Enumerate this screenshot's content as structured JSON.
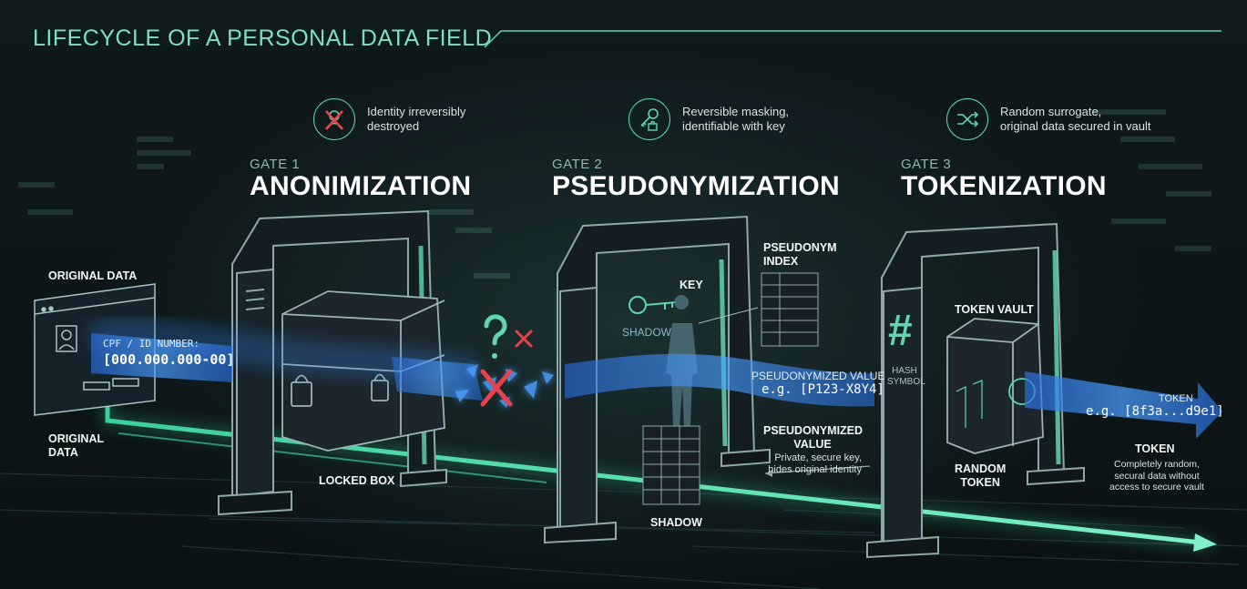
{
  "title": "LIFECYCLE OF A PERSONAL DATA FIELD",
  "gates": [
    {
      "number": "GATE 1",
      "name": "ANONIMIZATION",
      "description": [
        "Identity irreversibly",
        "destroyed"
      ]
    },
    {
      "number": "GATE 2",
      "name": "PSEUDONYMIZATION",
      "description": [
        "Reversible masking,",
        "identifiable with key"
      ]
    },
    {
      "number": "GATE 3",
      "name": "TOKENIZATION",
      "description": [
        "Random surrogate,",
        "original data secured in vault"
      ]
    }
  ],
  "labels": {
    "original_data_top": "ORIGINAL DATA",
    "original_data_bottom": [
      "ORIGINAL",
      "DATA"
    ],
    "cpf_label": "CPF / ID NUMBER:",
    "cpf_value": "[000.000.000-00]",
    "locked_box": "LOCKED BOX",
    "key": "KEY",
    "shadow_faint": "SHADOW",
    "shadow": "SHADOW",
    "pseudonym_index": [
      "PSEUDONYM",
      "INDEX"
    ],
    "pseudo_stream_label": "PSEUDONYMIZED VALUE",
    "pseudo_stream_value": "e.g. [P123-X8Y4]",
    "pseudo_value_title": [
      "PSEUDONYMIZED",
      "VALUE"
    ],
    "pseudo_value_desc": [
      "Private, secure key,",
      "hides original identity"
    ],
    "hash_glyph": "#",
    "hash_symbol": [
      "HASH",
      "SYMBOL"
    ],
    "token_vault": "TOKEN VAULT",
    "random_token": [
      "RANDOM",
      "TOKEN"
    ],
    "token_stream_label": "TOKEN",
    "token_stream_value": "e.g. [8f3a...d9e1]",
    "token_title": "TOKEN",
    "token_desc": [
      "Completely random,",
      "secural data without",
      "access to secure vault"
    ]
  },
  "icons": [
    "no-identity-icon",
    "key-lock-icon",
    "shuffle-icon",
    "question-mark-icon",
    "x-mark-icon",
    "hash-icon",
    "user-card-icon"
  ],
  "colors": {
    "accent": "#5fd6b0",
    "title": "#7fe0c0",
    "stream": "#3a8cff",
    "danger": "#e8434a",
    "background": "#0d1417"
  }
}
